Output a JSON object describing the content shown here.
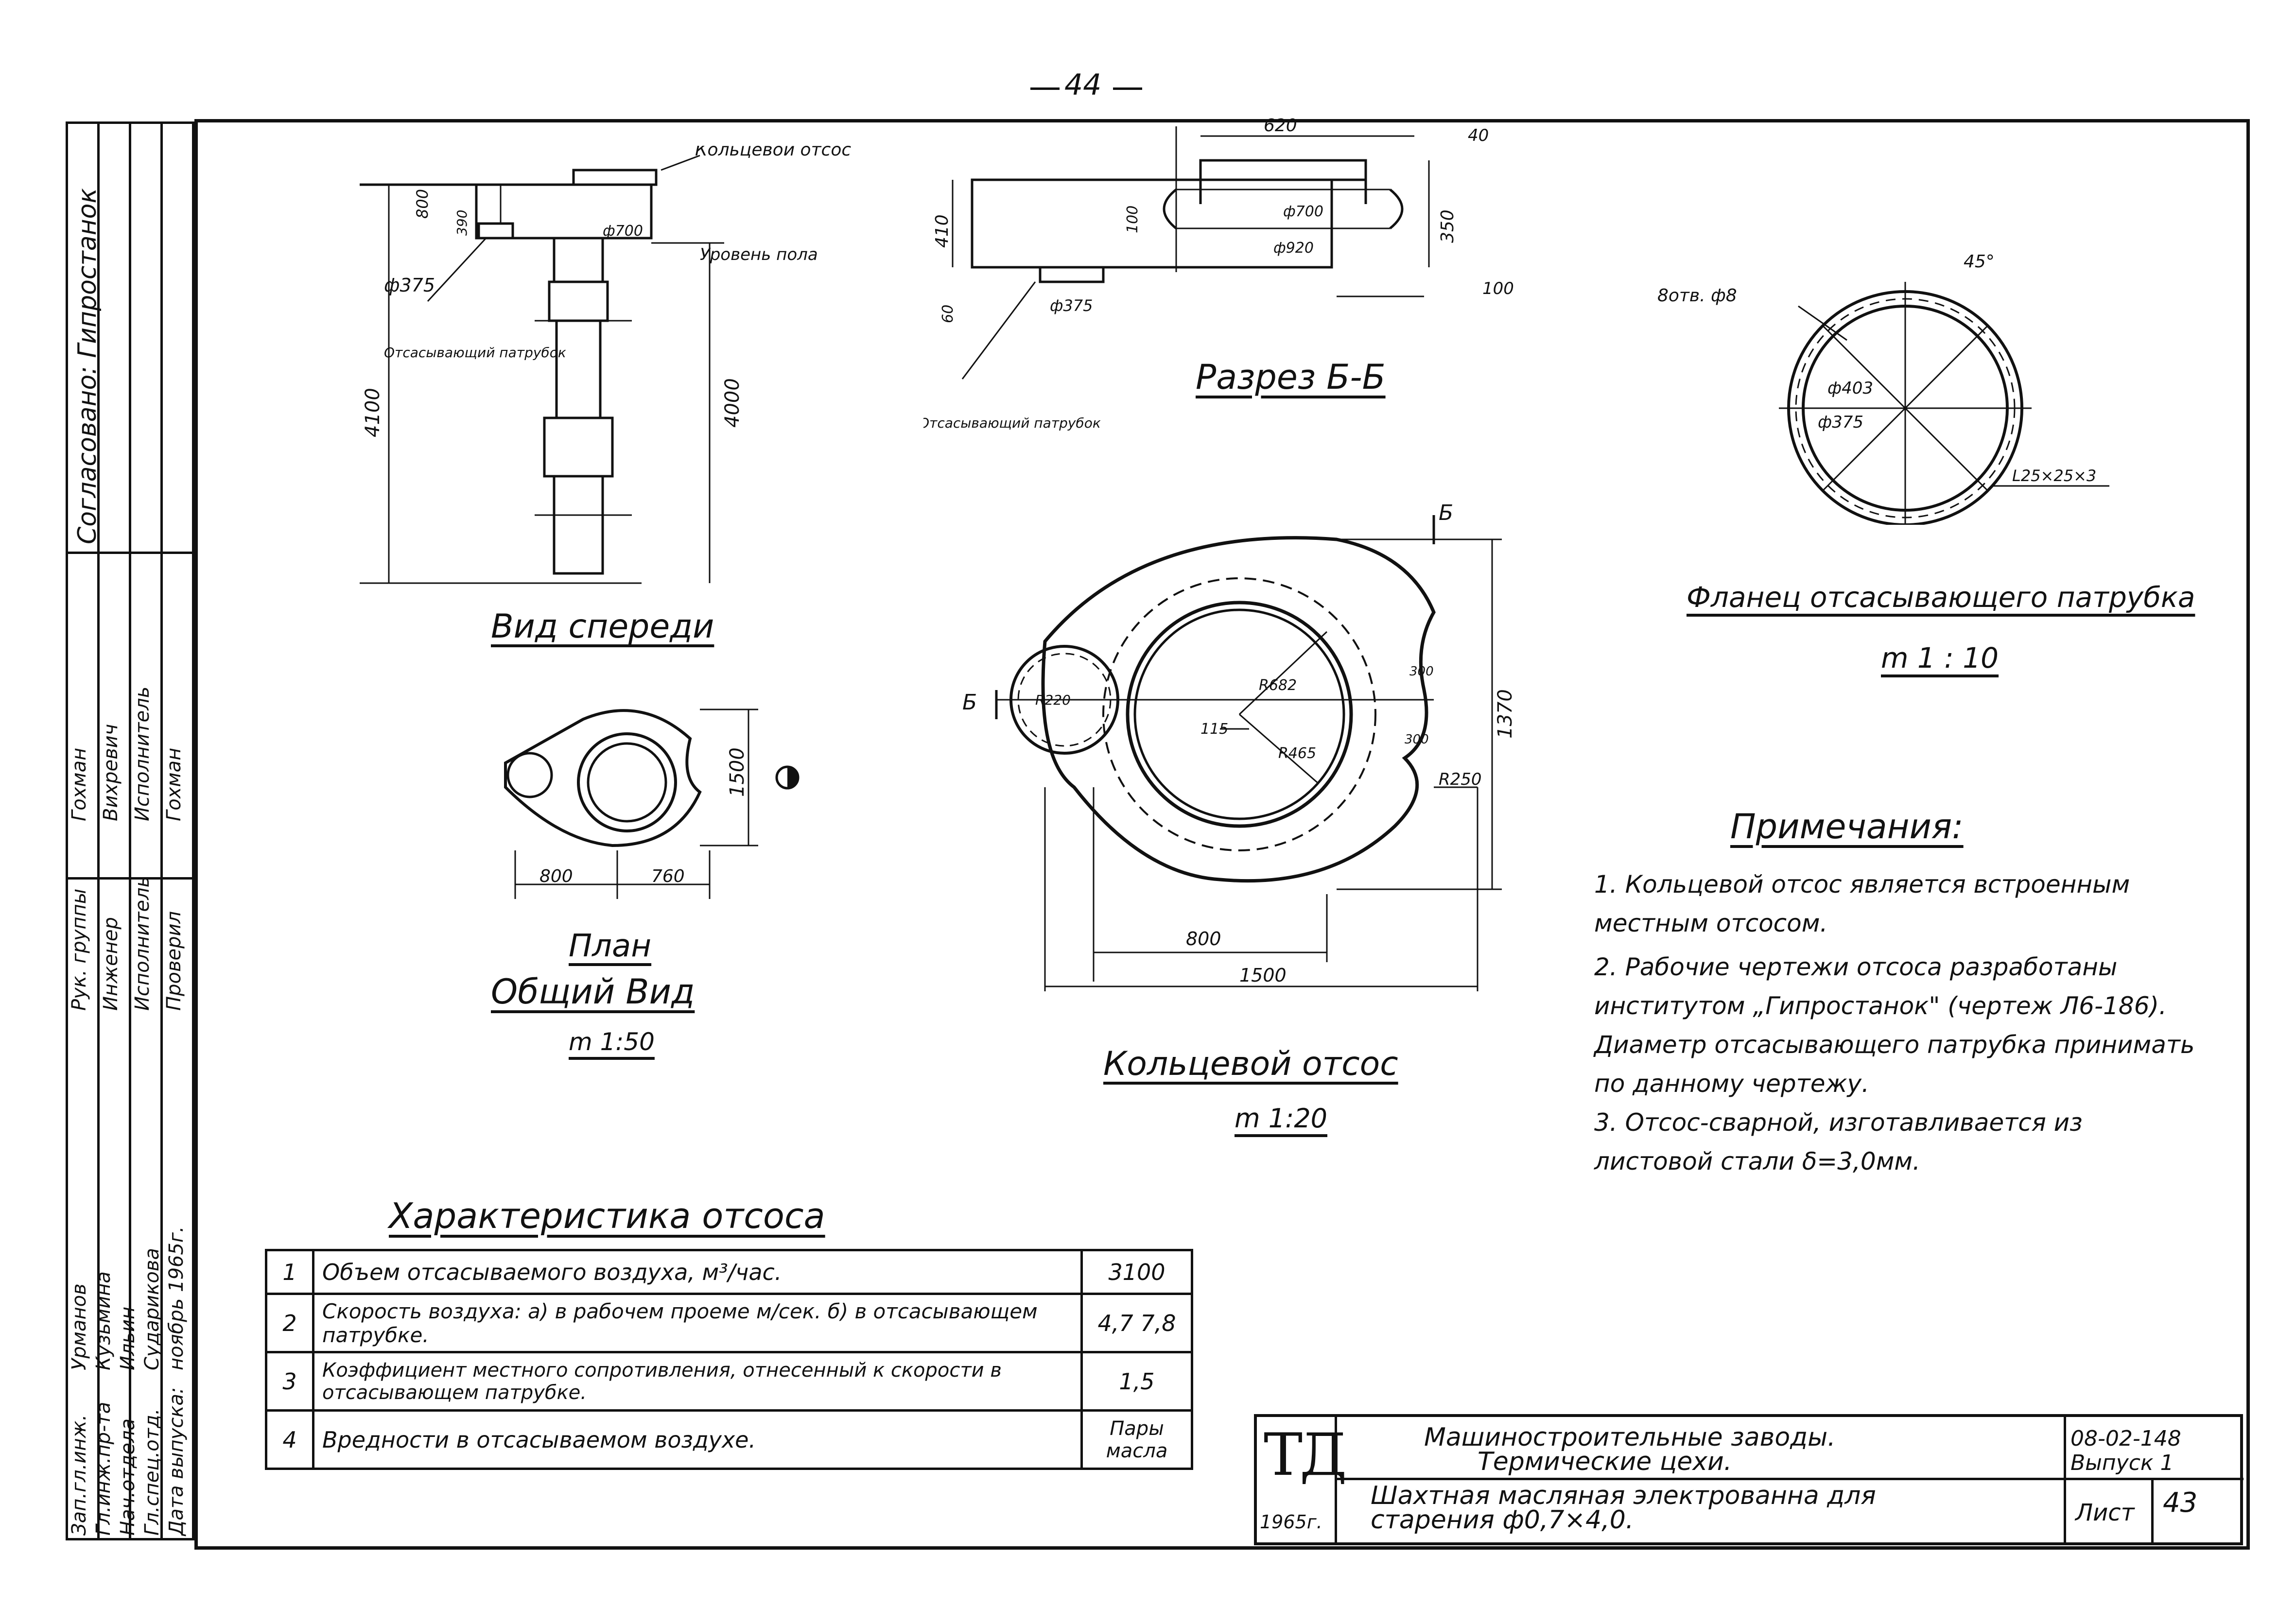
{
  "page_number": "44",
  "sheet_frame": true,
  "side_stamp": {
    "approved": "Согласовано: Гипростанок",
    "rows": [
      {
        "role": "Рук. группы",
        "name": "Гохман"
      },
      {
        "role": "Инженер",
        "name": "Вихревич"
      },
      {
        "role": "Исполнитель",
        "name": "Исполнитель"
      },
      {
        "role": "Проверил",
        "name": "Гохман"
      }
    ],
    "chiefs": [
      {
        "role": "Зап.гл.инж.",
        "name": "Урманов"
      },
      {
        "role": "Гл.инж.пр-та",
        "name": "Кузьмина"
      },
      {
        "role": "Нач.отдела",
        "name": "Ильин"
      },
      {
        "role": "Гл.спец.отд.",
        "name": "Сударикова"
      },
      {
        "role": "Дата выпуска:",
        "name": "ноябрь 1965г."
      }
    ]
  },
  "views": {
    "front": {
      "title": "Вид спереди",
      "labels": {
        "ring": "Кольцевой отсос",
        "floor": "Уровень пола",
        "pipe": "Отсасывающий патрубок",
        "d375": "ф375",
        "d700": "ф700",
        "h800": "800",
        "h390": "390",
        "h4100": "4100",
        "h4000": "4000"
      }
    },
    "section": {
      "title": "Разрез Б-Б",
      "labels": {
        "w620": "620",
        "w40": "40",
        "d700": "ф700",
        "d920": "ф920",
        "h410": "410",
        "h100": "100",
        "h350": "350",
        "w100": "100",
        "h60": "60",
        "d375": "ф375",
        "pipe": "Отсасывающий патрубок"
      }
    },
    "flange": {
      "title": "Фланец отсасывающего патрубка",
      "scale": "m 1 : 10",
      "labels": {
        "hole": "8отв. ф8",
        "angle": "45°",
        "d403": "ф403",
        "d375": "ф375",
        "corner": "L25×25×3"
      }
    },
    "plan": {
      "title": "План",
      "subtitle": "Общий Вид",
      "scale": "m 1:50",
      "labels": {
        "w800": "800",
        "w760": "760",
        "h1500": "1500"
      }
    },
    "ring": {
      "title": "Кольцевой отсос",
      "scale": "m 1:20",
      "labels": {
        "cut": "Б",
        "r220": "R220",
        "r682": "R682",
        "r465": "R465",
        "d115": "115",
        "t300a": "300",
        "t300b": "300",
        "r250": "R250",
        "h1370": "1370",
        "w800": "800",
        "w1500": "1500"
      }
    }
  },
  "notes": {
    "title": "Примечания:",
    "items": [
      "1. Кольцевой отсос является встроенным местным отсосом.",
      "2. Рабочие чертежи отсоса разработаны институтом „Гипростанок\" (чертеж Л6-186). Диаметр отсасывающего патрубка принимать по данному чертежу.",
      "3. Отсос-сварной, изготавливается из листовой стали δ=3,0мм."
    ]
  },
  "characteristics": {
    "title": "Характеристика отсоса",
    "rows": [
      {
        "n": "1",
        "text": "Объем отсасываемого воздуха, м³/час.",
        "value": "3100"
      },
      {
        "n": "2",
        "text": "Скорость воздуха: а) в рабочем проеме м/сек. б) в отсасывающем патрубке.",
        "value": "4,7 7,8"
      },
      {
        "n": "3",
        "text": "Коэффициент местного сопротивления, отнесенный к скорости в отсасывающем патрубке.",
        "value": "1,5"
      },
      {
        "n": "4",
        "text": "Вредности в отсасываемом воздухе.",
        "value": "Пары масла"
      }
    ]
  },
  "title_block": {
    "logo": "ТД",
    "year": "1965г.",
    "line1": "Машиностроительные заводы.",
    "line2": "Термические цехи.",
    "line3": "Шахтная масляная электрованна для",
    "line4": "старения ф0,7×4,0.",
    "code": "08-02-148",
    "issue": "Выпуск 1",
    "sheet_label": "Лист",
    "sheet": "43"
  }
}
